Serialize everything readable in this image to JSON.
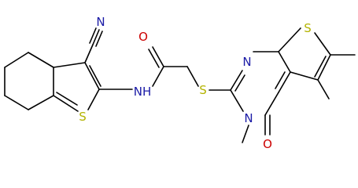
{
  "molecule": {
    "atoms": {
      "nitrile_n": "N",
      "amide_o": "O",
      "amide_nh": "NH",
      "thioether_s": "S",
      "thiophene1_s": "S",
      "thiophene2_s": "S",
      "pyrimidine_n1": "N",
      "pyrimidine_n3": "N",
      "ketone_o": "O"
    },
    "colors": {
      "carbon": "#000000",
      "nitrogen": "#1a1aa6",
      "oxygen": "#cc0000",
      "sulfur": "#b3b300"
    }
  }
}
